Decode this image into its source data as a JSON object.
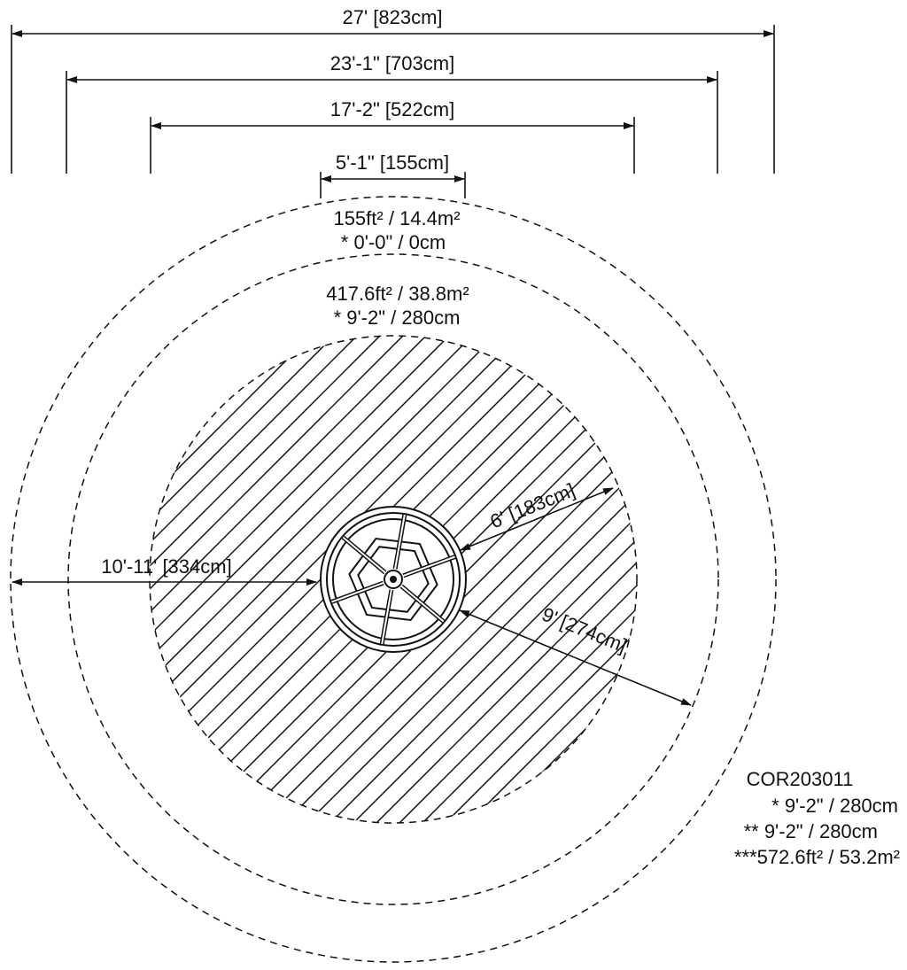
{
  "diagram": {
    "overall_dimensions": [
      {
        "id": "overall-width",
        "label": "27' [823cm]"
      },
      {
        "id": "zone-width",
        "label": "23'-1\" [703cm]"
      },
      {
        "id": "fall-width",
        "label": "17'-2\" [522cm]"
      },
      {
        "id": "equipment-width",
        "label": "5'-1\" [155cm]"
      }
    ],
    "inner_zone": {
      "area": "155ft² / 14.4m²",
      "height": "* 0'-0\" / 0cm"
    },
    "middle_zone": {
      "area": "417.6ft² / 38.8m²",
      "height": "* 9'-2\" / 280cm"
    },
    "radial_dimensions": {
      "radius_left": "10'-11' [334cm]",
      "radius_upper_right": "6' [183cm]",
      "radius_lower_right": "9' [274cm]"
    },
    "product_info": {
      "model": "COR203011",
      "line1": "* 9'-2\" / 280cm",
      "line2": "** 9'-2\" / 280cm",
      "line3": "***572.6ft² / 53.2m²"
    },
    "line_color": "#111111",
    "background_color": "#ffffff"
  }
}
